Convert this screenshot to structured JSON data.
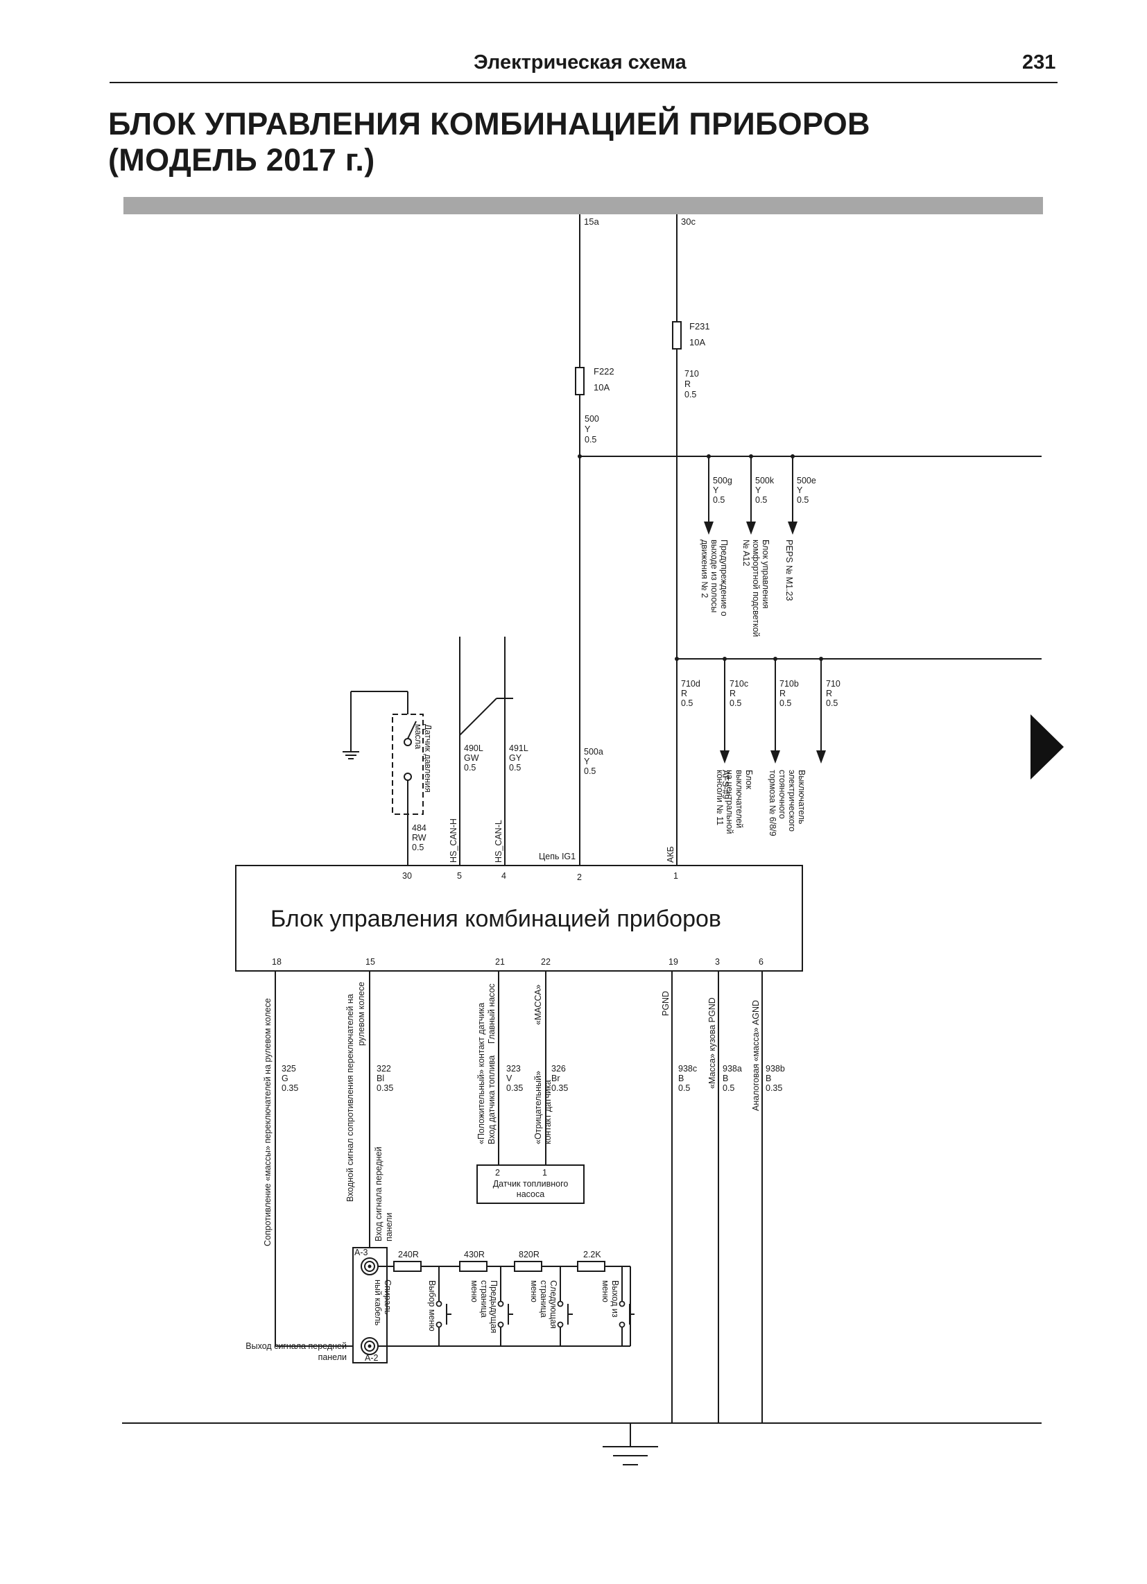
{
  "header": {
    "section": "Электрическая схема",
    "page_number": "231"
  },
  "title": {
    "line1": "БЛОК УПРАВЛЕНИЯ КОМБИНАЦИЕЙ ПРИБОРОВ",
    "line2": "(МОДЕЛЬ 2017 г.)"
  },
  "diagram": {
    "module_name": "Блок управления комбинацией приборов",
    "rails": {
      "r15a": "15a",
      "r30c": "30c"
    },
    "fuses": {
      "f222_name": "F222",
      "f222_rating": "10A",
      "f231_name": "F231",
      "f231_rating": "10A"
    },
    "wires": {
      "w500": [
        "500",
        "Y",
        "0.5"
      ],
      "w710": [
        "710",
        "R",
        "0.5"
      ],
      "w500g": [
        "500g",
        "Y",
        "0.5"
      ],
      "w500k": [
        "500k",
        "Y",
        "0.5"
      ],
      "w500e": [
        "500e",
        "Y",
        "0.5"
      ],
      "w710d": [
        "710d",
        "R",
        "0.5"
      ],
      "w710c": [
        "710c",
        "R",
        "0.5"
      ],
      "w710b": [
        "710b",
        "R",
        "0.5"
      ],
      "w710x": [
        "710",
        "R",
        "0.5"
      ],
      "w484": [
        "484",
        "RW",
        "0.5"
      ],
      "w490L": [
        "490L",
        "GW",
        "0.5"
      ],
      "w491L": [
        "491L",
        "GY",
        "0.5"
      ],
      "w500a": [
        "500a",
        "Y",
        "0.5"
      ],
      "w325": [
        "325",
        "G",
        "0.35"
      ],
      "w322": [
        "322",
        "Bl",
        "0.35"
      ],
      "w323": [
        "323",
        "V",
        "0.35"
      ],
      "w326": [
        "326",
        "Br",
        "0.35"
      ],
      "w938c": [
        "938c",
        "B",
        "0.5"
      ],
      "w938a": [
        "938a",
        "B",
        "0.5"
      ],
      "w938b": [
        "938b",
        "B",
        "0.35"
      ]
    },
    "destinations": {
      "d500g": [
        "Предупреждение о",
        "выходе из полосы",
        "движения № 2"
      ],
      "d500k": [
        "Блок управления",
        "комфортной подсветкой",
        "№ A12"
      ],
      "d500e": [
        "PEPS № M1.23"
      ],
      "d710c": [
        "AFS-#9"
      ],
      "d710b": [
        "Блок",
        "выключателей",
        "на центральной",
        "консоли № 11"
      ],
      "d710x": [
        "Выключатель",
        "электрического",
        "стояночного",
        "тормоза № 6/8/9"
      ]
    },
    "oil_sensor": [
      "Датчик давления",
      "масла"
    ],
    "top_signals": {
      "can_h": "HS_CAN-H",
      "can_l": "HS_CAN-L",
      "ig1": "Цепь IG1",
      "akb": "АКБ"
    },
    "top_pins": {
      "p30": "30",
      "p5": "5",
      "p4": "4",
      "p2": "2",
      "p1": "1"
    },
    "bottom_pins": {
      "p18": "18",
      "p15": "15",
      "p21": "21",
      "p22": "22",
      "p19": "19",
      "p3": "3",
      "p6": "6"
    },
    "bottom_signals": {
      "s18": "Сопротивление «массы» переключателей на рулевом колесе",
      "s15a": "Входной сигнал сопротивления переключателей на",
      "s15b": "рулевом колесе",
      "s21a": "«Положительный» контакт датчика",
      "s21b": "Вход датчика топлива",
      "s21c": "Главный насос",
      "s22a": "«МАССА»",
      "s22b": "«Отрицательный»",
      "s22c": "контакт датчика",
      "s19": "PGND",
      "s3": "«Масса» кузова PGND",
      "s6": "Аналоговая «масса» AGND"
    },
    "fuel_sensor": {
      "pin2": "2",
      "pin1": "1",
      "line1": "Датчик топливного",
      "line2": "насоса"
    },
    "front_panel": {
      "in_a": "Вход сигнала передней",
      "in_b": "панели",
      "out_a": "Выход сигнала передней",
      "out_b": "панели",
      "a3": "A-3",
      "a2": "A-2",
      "cable_a": "Спираль-",
      "cable_b": "ный кабель"
    },
    "resistors": {
      "r1": "240R",
      "r2": "430R",
      "r3": "820R",
      "r4": "2.2K"
    },
    "buttons": {
      "b1": "Выбор меню",
      "b2a": "Предыдущая",
      "b2b": "страница",
      "b2c": "меню",
      "b3a": "Следующая",
      "b3b": "страница",
      "b3c": "меню",
      "b4a": "Выход из",
      "b4b": "меню"
    }
  }
}
